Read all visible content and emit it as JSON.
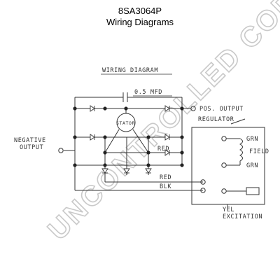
{
  "header": {
    "part_number": "8SA3064P",
    "subtitle": "Wiring Diagrams"
  },
  "diagram": {
    "title": "WIRING DIAGRAM",
    "capacitor": "0.5 MFD",
    "stator": "STATOR",
    "pos_output": "POS. OUTPUT",
    "regulator": "REGULATOR",
    "negative": "NEGATIVE",
    "output": "OUTPUT",
    "red_inner": "RED",
    "red": "RED",
    "blk": "BLK",
    "grn_top": "GRN",
    "field": "FIELD",
    "grn_bottom": "GRN",
    "yel": "YEL",
    "excitation": "EXCITATION"
  },
  "watermark": "UNCONTROLLED COPY"
}
